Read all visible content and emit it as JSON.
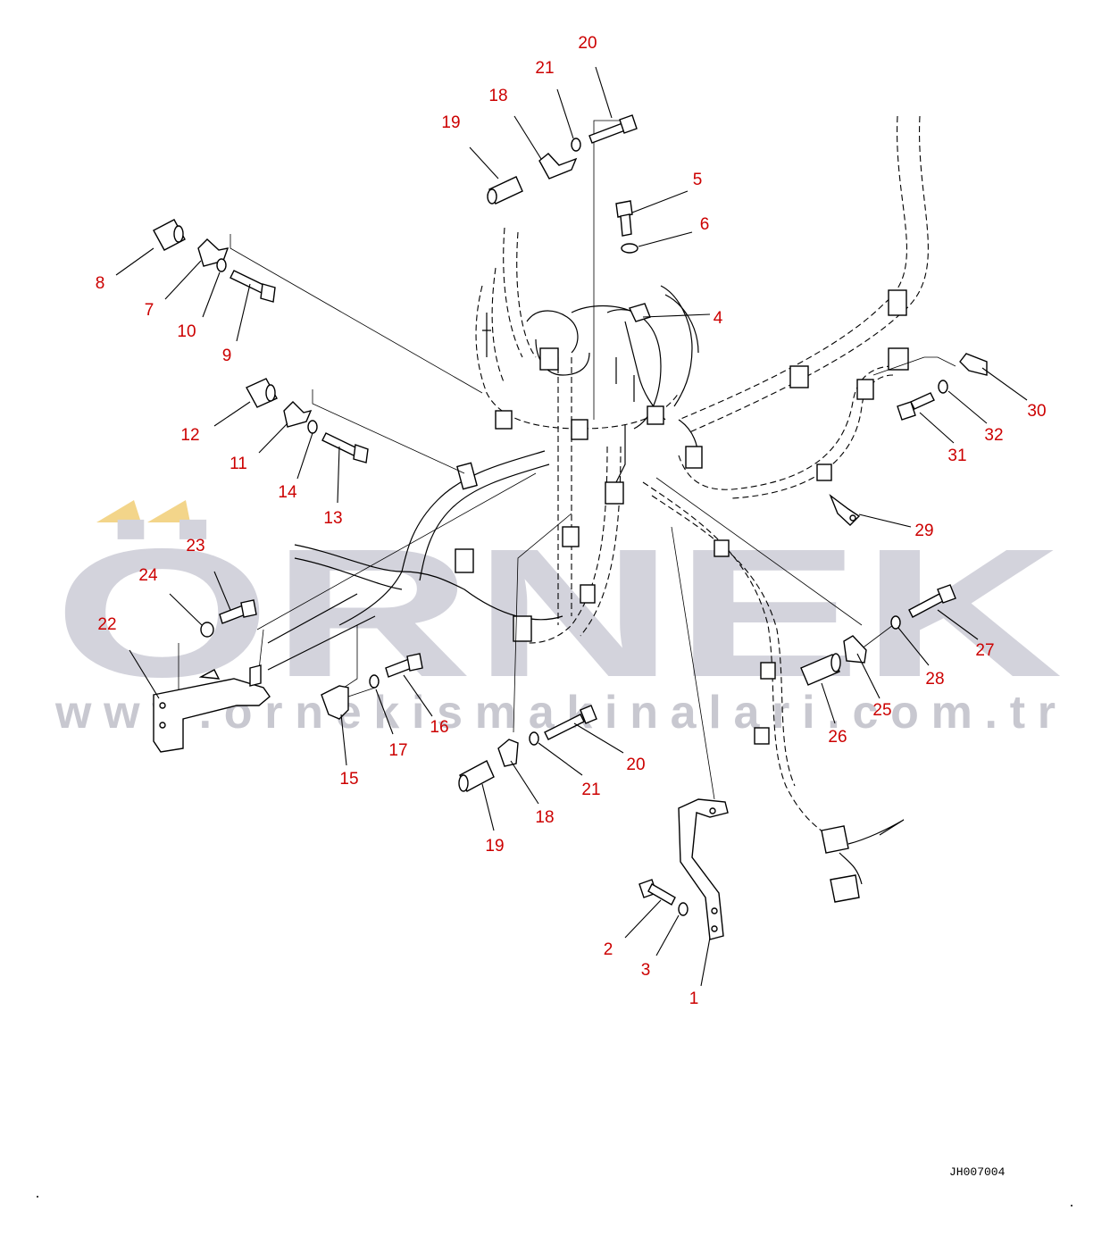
{
  "watermark": {
    "brand": "ÖRNEK",
    "url": "www.ornekismakinalari.com.tr",
    "accent_color": "#f3d58a",
    "text_color": "#d3d3dc"
  },
  "drawing_code": "JH007004",
  "callout_color": "#cc0000",
  "callouts": [
    {
      "id": "c20a",
      "label": "20"
    },
    {
      "id": "c21a",
      "label": "21"
    },
    {
      "id": "c18a",
      "label": "18"
    },
    {
      "id": "c19a",
      "label": "19"
    },
    {
      "id": "c5",
      "label": "5"
    },
    {
      "id": "c6",
      "label": "6"
    },
    {
      "id": "c4",
      "label": "4"
    },
    {
      "id": "c8",
      "label": "8"
    },
    {
      "id": "c7",
      "label": "7"
    },
    {
      "id": "c10",
      "label": "10"
    },
    {
      "id": "c9",
      "label": "9"
    },
    {
      "id": "c12",
      "label": "12"
    },
    {
      "id": "c11",
      "label": "11"
    },
    {
      "id": "c14",
      "label": "14"
    },
    {
      "id": "c13",
      "label": "13"
    },
    {
      "id": "c30",
      "label": "30"
    },
    {
      "id": "c32",
      "label": "32"
    },
    {
      "id": "c31",
      "label": "31"
    },
    {
      "id": "c29",
      "label": "29"
    },
    {
      "id": "c23",
      "label": "23"
    },
    {
      "id": "c24",
      "label": "24"
    },
    {
      "id": "c22",
      "label": "22"
    },
    {
      "id": "c27",
      "label": "27"
    },
    {
      "id": "c28",
      "label": "28"
    },
    {
      "id": "c25",
      "label": "25"
    },
    {
      "id": "c26",
      "label": "26"
    },
    {
      "id": "c16",
      "label": "16"
    },
    {
      "id": "c17",
      "label": "17"
    },
    {
      "id": "c15",
      "label": "15"
    },
    {
      "id": "c20b",
      "label": "20"
    },
    {
      "id": "c21b",
      "label": "21"
    },
    {
      "id": "c18b",
      "label": "18"
    },
    {
      "id": "c19b",
      "label": "19"
    },
    {
      "id": "c2",
      "label": "2"
    },
    {
      "id": "c3",
      "label": "3"
    },
    {
      "id": "c1",
      "label": "1"
    }
  ]
}
